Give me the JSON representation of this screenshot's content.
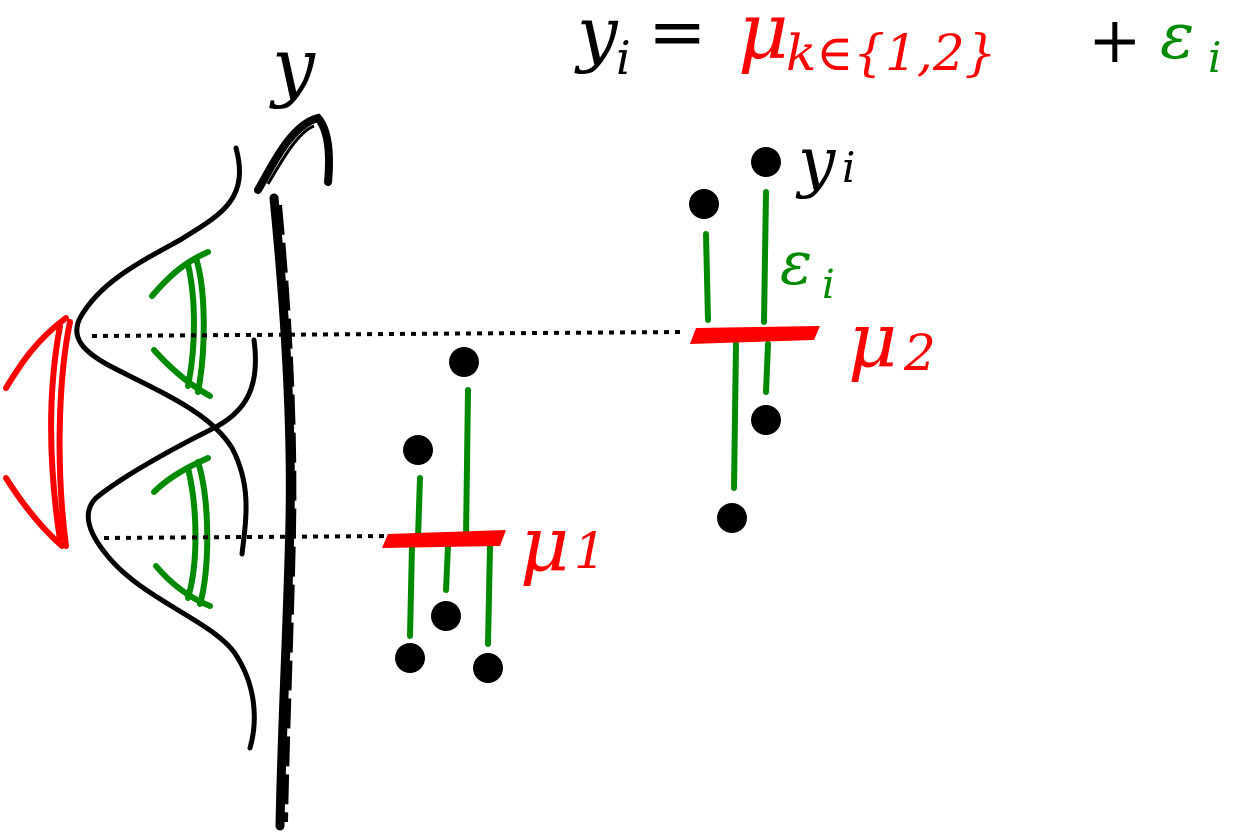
{
  "colors": {
    "observation": "#000000",
    "mean": "#ff0000",
    "error": "#008a00",
    "guide": "#000000"
  },
  "equation": {
    "lhs": "y",
    "lhs_sub": "i",
    "equals": "=",
    "mu": "μ",
    "mu_sub": "k∈{1,2}",
    "plus": "+",
    "eps": "ε",
    "eps_sub": "i"
  },
  "axis": {
    "label": "y"
  },
  "labels": {
    "yi": "y",
    "yi_sub": "i",
    "eps": "ε",
    "eps_sub": "i",
    "mu1": "μ",
    "mu1_sub": "1",
    "mu2": "μ",
    "mu2_sub": "2"
  }
}
